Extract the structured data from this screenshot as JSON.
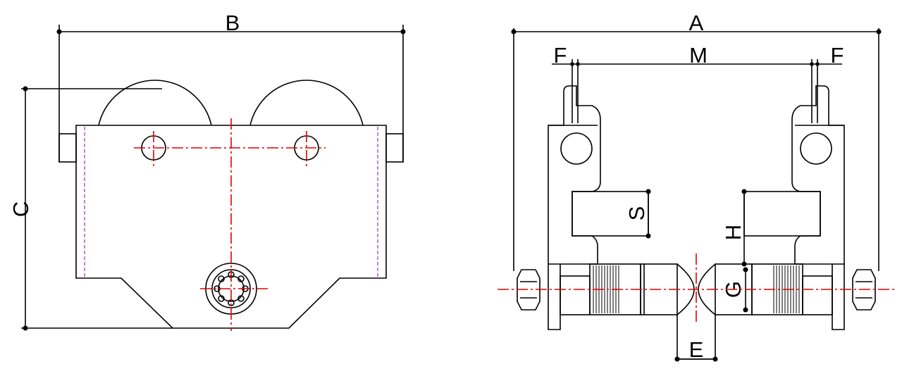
{
  "drawing": {
    "colors": {
      "outline": "#000000",
      "centerline": "#e00000",
      "hidden": "#b23ab2"
    },
    "front_view": {
      "labels": {
        "width": "B",
        "height": "C"
      }
    },
    "side_view": {
      "labels": {
        "overall_width": "A",
        "flange_left": "F",
        "flange_span": "M",
        "flange_right": "F",
        "slot": "S",
        "height": "H",
        "axle": "G",
        "hanger": "E"
      }
    }
  }
}
